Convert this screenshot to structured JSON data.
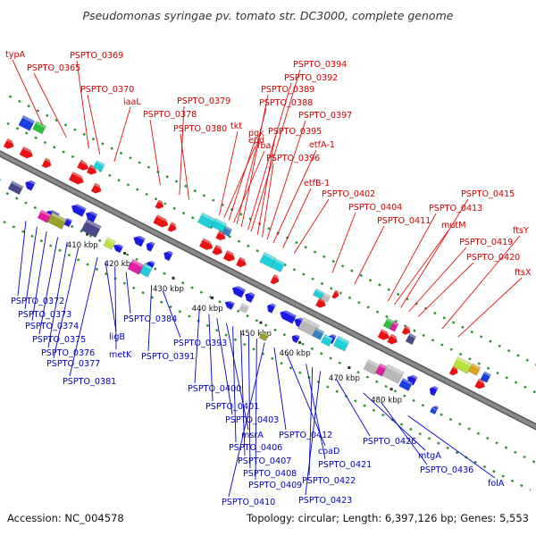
{
  "header": {
    "title": "Pseudomonas syringae pv. tomato str. DC3000, complete genome"
  },
  "footer": {
    "accession": "Accession: NC_004578",
    "summary": "Topology: circular; Length: 6,397,126 bp; Genes: 5,553"
  },
  "scale_ticks": [
    "410 kbp",
    "420 kbp",
    "430 kbp",
    "440 kbp",
    "450 kbp",
    "460 kbp",
    "470 kbp",
    "480 kbp"
  ],
  "top_labels": [
    "typA",
    "PSPTO_0365",
    "PSPTO_0369",
    "PSPTO_0370",
    "iaaL",
    "PSPTO_0378",
    "PSPTO_0379",
    "PSPTO_0380",
    "tkt",
    "epd",
    "pgk",
    "fba",
    "PSPTO_0388",
    "PSPTO_0389",
    "PSPTO_0392",
    "PSPTO_0394",
    "PSPTO_0395",
    "PSPTO_0396",
    "PSPTO_0397",
    "etfA-1",
    "etfB-1",
    "PSPTO_0402",
    "PSPTO_0404",
    "PSPTO_0411",
    "PSPTO_0413",
    "mutM",
    "PSPTO_0415",
    "PSPTO_0419",
    "PSPTO_0420",
    "ftsY",
    "ftsX"
  ],
  "bottom_labels": [
    "PSPTO_0372",
    "PSPTO_0373",
    "PSPTO_0374",
    "PSPTO_0375",
    "PSPTO_0376",
    "PSPTO_0377",
    "PSPTO_0381",
    "ligB",
    "metK",
    "PSPTO_0384",
    "PSPTO_0391",
    "PSPTO_0393",
    "PSPTO_0400",
    "PSPTO_0401",
    "PSPTO_0403",
    "msrA",
    "PSPTO_0406",
    "PSPTO_0407",
    "PSPTO_0408",
    "PSPTO_0409",
    "PSPTO_0410",
    "PSPTO_0412",
    "coaD",
    "PSPTO_0421",
    "PSPTO_0422",
    "PSPTO_0423",
    "PSPTO_0426",
    "mtgA",
    "PSPTO_0436",
    "folA"
  ],
  "colors": {
    "backbone": "#8a8a8a",
    "track_dots": "#2f8f2f",
    "forward_genes": "#ee1111",
    "reverse_genes": "#1a1ae6",
    "forward_leader": "#dd0000",
    "reverse_leader": "#0000cc",
    "cds_cyan": "#20d0d8",
    "cds_green": "#30c040",
    "cds_olive": "#9aa030",
    "cds_navy": "#4a4a8a",
    "cds_magenta": "#e020a0",
    "cds_grey": "#b8b8b8"
  }
}
